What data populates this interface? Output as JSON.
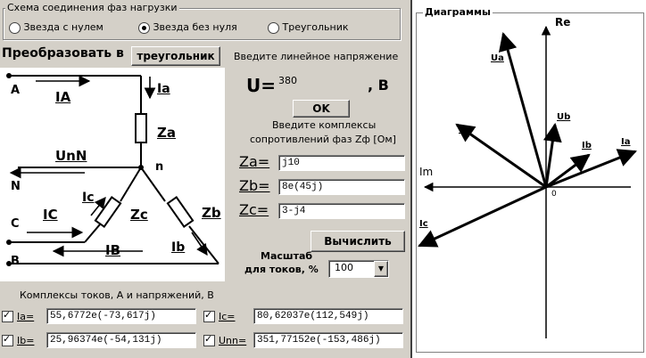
{
  "scheme_group": {
    "title": "Схема соединения фаз нагрузки",
    "options": [
      {
        "label": "Звезда с нулем",
        "selected": false
      },
      {
        "label": "Звезда без нуля",
        "selected": true
      },
      {
        "label": "Треугольник",
        "selected": false
      }
    ]
  },
  "convert": {
    "label": "Преобразовать в",
    "button": "треугольник"
  },
  "voltage": {
    "prompt": "Введите линейное напряжение",
    "symbol": "U=",
    "value": "380",
    "unit": ", B",
    "ok": "OK"
  },
  "impedance": {
    "prompt_line1": "Введите комплексы",
    "prompt_line2": "сопротивлений фаз Zф [Ом]",
    "rows": [
      {
        "label": "Za=",
        "value": "j10"
      },
      {
        "label": "Zb=",
        "value": "8e(45j)"
      },
      {
        "label": "Zc=",
        "value": "3-j4"
      }
    ]
  },
  "calc_button": "Вычислить",
  "scale": {
    "label_line1": "Масштаб",
    "label_line2": "для токов, %",
    "value": "100"
  },
  "schematic": {
    "A": "A",
    "B": "B",
    "C": "C",
    "N": "N",
    "n": "n",
    "IA": "IA",
    "IB": "IB",
    "IC": "IC",
    "Ia": "Ia",
    "Ib": "Ib",
    "Ic": "Ic",
    "Za": "Za",
    "Zb": "Zb",
    "Zc": "Zc",
    "UnN": "UnN"
  },
  "results": {
    "title": "Комплексы токов, A  и напряжений, B",
    "items": [
      {
        "label": "Ia=",
        "value": "55,6772e(-73,617j)",
        "checked": true
      },
      {
        "label": "Ic=",
        "value": "80,62037e(112,549j)",
        "checked": true
      },
      {
        "label": "Ib=",
        "value": "25,96374e(-54,131j)",
        "checked": true
      },
      {
        "label": "Unn=",
        "value": "351,77152e(-153,486j)",
        "checked": true
      }
    ]
  },
  "diagram": {
    "title": "Диаграммы",
    "axis_re": "Re",
    "axis_im": "Im",
    "origin": "0",
    "vectors": [
      {
        "name": "Ua"
      },
      {
        "name": "Ub"
      },
      {
        "name": "Uc"
      },
      {
        "name": "Ia"
      },
      {
        "name": "Ib"
      },
      {
        "name": "Ic"
      }
    ]
  }
}
